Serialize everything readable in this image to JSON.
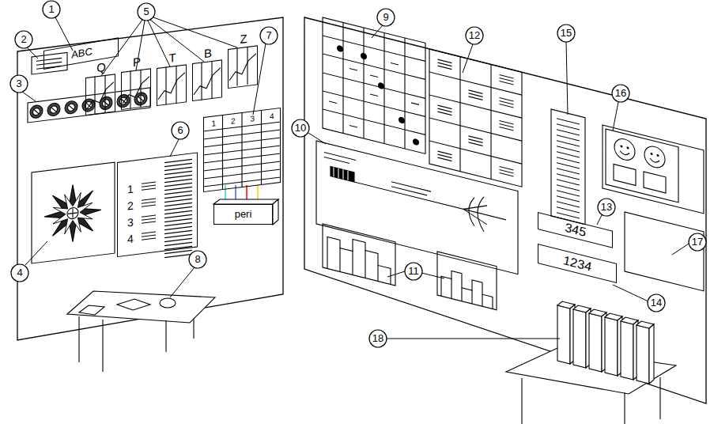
{
  "diagram": {
    "nodes": [
      {
        "text": [
          "ABC"
        ]
      },
      {
        "text": [
          "Q"
        ]
      },
      {
        "text": [
          "P"
        ]
      },
      {
        "text": [
          "T"
        ]
      },
      {
        "text": [
          "B"
        ]
      },
      {
        "text": [
          "Z"
        ]
      },
      {
        "text": [
          "1",
          "2",
          "3",
          "4"
        ]
      },
      {
        "text": [
          "1",
          "2",
          "3",
          "4"
        ]
      },
      {
        "text": [
          "peri"
        ]
      },
      {
        "text": [
          "345"
        ]
      },
      {
        "text": [
          "1234"
        ]
      }
    ],
    "labels": [
      "1",
      "2",
      "3",
      "4",
      "5",
      "6",
      "7",
      "8",
      "9",
      "10",
      "11",
      "12",
      "13",
      "14",
      "15",
      "16",
      "17",
      "18"
    ]
  }
}
